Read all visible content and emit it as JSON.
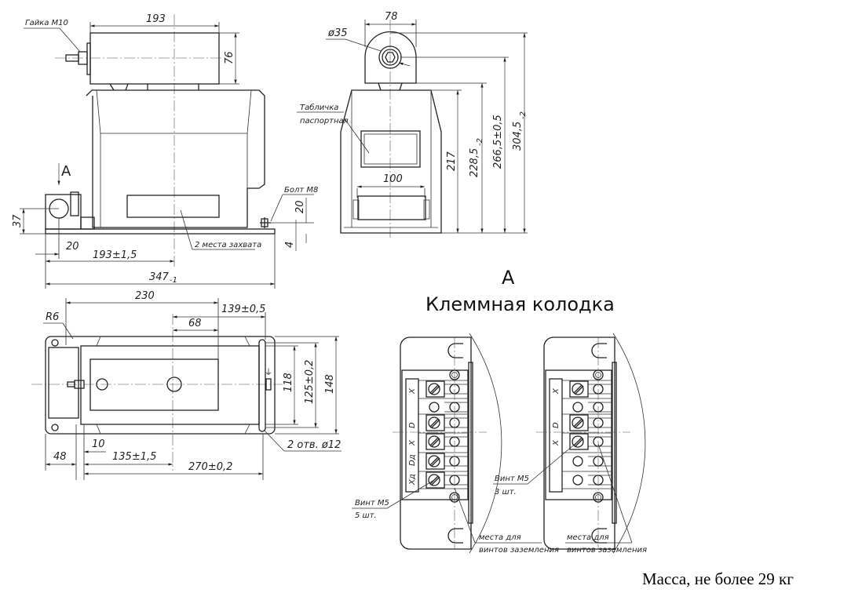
{
  "front_view": {
    "nut_label": "Гайка М10",
    "dim_top_width": "193",
    "dim_top_height": "76",
    "view_marker": "А",
    "bolt_label": "Болт М8",
    "dim_bolt_height": "20",
    "dim_plate": "4",
    "dim_bracket_height": "37",
    "dim_bracket_offset": "20",
    "dim_center": "193±1,5",
    "dim_total_length": "347",
    "dim_total_length_tol": "-1",
    "grip_label": "2 места захвата"
  },
  "side_view": {
    "dim_width": "78",
    "dim_diameter": "ø35",
    "plate_label_1": "Табличка",
    "plate_label_2": "паспортная",
    "dim_base": "100",
    "dim_h1": "217",
    "dim_h2": "228,5",
    "dim_h2_tol": "-2",
    "dim_h3": "266,5±0,5",
    "dim_h4": "304,5",
    "dim_h4_tol": "-2"
  },
  "top_view": {
    "dim_230": "230",
    "dim_139": "139±0,5",
    "dim_68": "68",
    "radius": "R6",
    "dim_118": "118",
    "dim_125": "125±0,2",
    "dim_148": "148",
    "holes_label": "2 отв. ø12",
    "dim_10": "10",
    "dim_48": "48",
    "dim_135": "135±1,5",
    "dim_270": "270±0,2"
  },
  "view_a": {
    "title_letter": "А",
    "title": "Клеммная колодка",
    "left_block": {
      "terminal_labels": [
        "X",
        "D",
        "X",
        "Dд",
        "Xд"
      ],
      "screw_label": "Винт М5",
      "screw_count": "5 шт.",
      "ground_label_1": "места для",
      "ground_label_2": "винтов заземления"
    },
    "right_block": {
      "terminal_labels": [
        "X",
        "D",
        "X"
      ],
      "screw_label": "Винт М5",
      "screw_count": "3 шт.",
      "ground_label_1": "места для",
      "ground_label_2": "винтов заземления"
    }
  },
  "mass_note": "Масса, не более 29 кг"
}
